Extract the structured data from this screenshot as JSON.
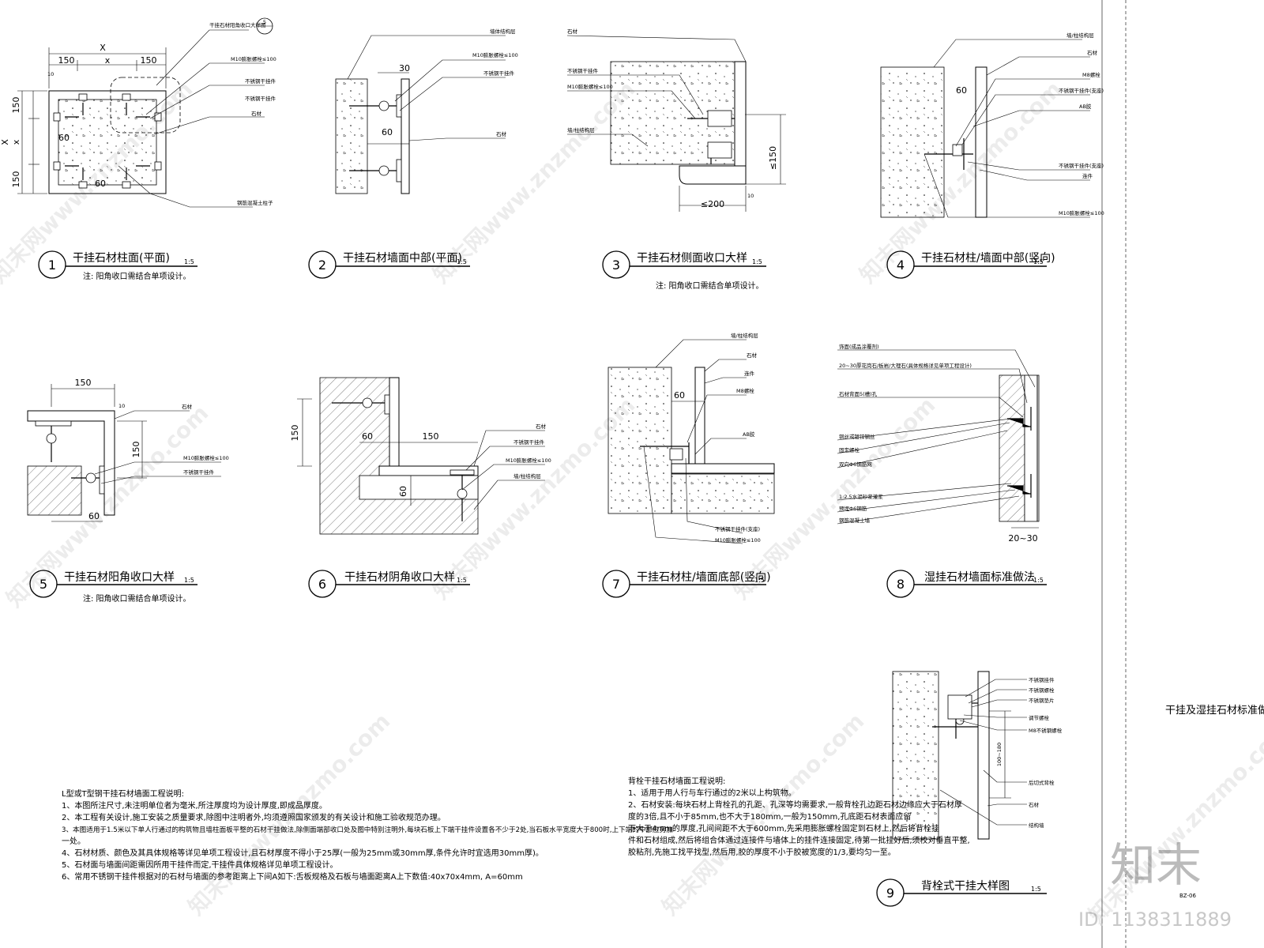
{
  "details": [
    {
      "num": "1",
      "title": "干挂石材柱面(平面)",
      "scale": "1:5",
      "note": "注: 阳角收口需结合单项设计。"
    },
    {
      "num": "2",
      "title": "干挂石材墙面中部(平面)",
      "scale": "1:5",
      "note": ""
    },
    {
      "num": "3",
      "title": "干挂石材侧面收口大样",
      "scale": "1:5",
      "note": "注: 阳角收口需结合单项设计。"
    },
    {
      "num": "4",
      "title": "干挂石材柱/墙面中部(竖向)",
      "scale": "1:5",
      "note": ""
    },
    {
      "num": "5",
      "title": "干挂石材阳角收口大样",
      "scale": "1:5",
      "note": "注: 阳角收口需结合单项设计。"
    },
    {
      "num": "6",
      "title": "干挂石材阴角收口大样",
      "scale": "1:5",
      "note": ""
    },
    {
      "num": "7",
      "title": "干挂石材柱/墙面底部(竖向)",
      "scale": "1:5",
      "note": ""
    },
    {
      "num": "8",
      "title": "湿挂石材墙面标准做法",
      "scale": "1:5",
      "note": ""
    },
    {
      "num": "9",
      "title": "背栓式干挂大样图",
      "scale": "1:5",
      "note": ""
    }
  ],
  "dims": {
    "d1_X": "X",
    "d1_x": "x",
    "d1_150a": "150",
    "d1_150b": "150",
    "d1_10": "10",
    "d1_vX": "X",
    "d1_vx": "x",
    "d1_v150a": "150",
    "d1_v150b": "150",
    "d1_60": "60",
    "d1_60b": "60",
    "d2_30": "30",
    "d2_60": "60",
    "d3_150": "≤150",
    "d3_200": "≤200",
    "d3_10": "10",
    "d4_60": "60",
    "d5_150": "150",
    "d5_10": "10",
    "d5_v150": "150",
    "d5_60": "60",
    "d6_150": "150",
    "d6_60": "60",
    "d6_150b": "150",
    "d6_60b": "60",
    "d7_60": "60",
    "d8_2030": "20~30",
    "d9_dim": "100~180"
  },
  "labels": {
    "d1_callout": "干挂石材阳角收口大样图",
    "d1_callout_num": "5",
    "d1_l1": "M10膨胀螺栓≤100",
    "d1_l2": "不锈钢干挂件",
    "d1_l3": "不锈钢干挂件",
    "d1_l4": "石材",
    "d1_l5": "钢筋混凝土柱子",
    "d2_l1": "墙体结构层",
    "d2_l2": "M10膨胀螺栓≤100",
    "d2_l3": "不锈钢干挂件",
    "d2_l4": "石材",
    "d3_l1": "石材",
    "d3_l2": "不锈钢干挂件",
    "d3_l3": "M10膨胀螺栓≤100",
    "d3_l4": "墙/柱结构层",
    "d4_l1": "墙/柱结构层",
    "d4_l2": "石材",
    "d4_l3": "M8螺栓",
    "d4_l4": "不锈钢干挂件(支座)",
    "d4_l5": "AB胶",
    "d4_l6": "不锈钢干挂件(支座)",
    "d4_l7": "连件",
    "d4_l8": "M10膨胀螺栓≤100",
    "d5_l1": "石材",
    "d5_l2": "M10膨胀螺栓≤100",
    "d5_l3": "不锈钢干挂件",
    "d6_l1": "石材",
    "d6_l2": "不锈钢干挂件",
    "d6_l3": "M10膨胀螺栓≤100",
    "d6_l4": "墙/柱结构层",
    "d7_l1": "墙/柱结构层",
    "d7_l2": "石材",
    "d7_l3": "连件",
    "d7_l4": "M8螺栓",
    "d7_l5": "AB胶",
    "d7_l6": "不锈钢干挂件(支座)",
    "d7_l7": "M10膨胀螺栓≤100",
    "d8_l1": "饰面(成品涂覆剂)",
    "d8_l2": "20~30厚花岗石/板岩/大理石(具体规格详见单项工程设计)",
    "d8_l3": "石材背面5(槽)孔",
    "d8_l4": "铜丝或镀锌钢丝",
    "d8_l5": "固定螺栓",
    "d8_l6": "双向Φ6钢筋网",
    "d8_l7": "1:2.5水泥砂浆灌浆",
    "d8_l8": "预埋Φ6钢筋",
    "d8_l9": "钢筋混凝土墙",
    "d9_l1": "不锈钢挂件",
    "d9_l2": "不锈钢螺栓",
    "d9_l3": "不锈钢垫片",
    "d9_l4": "调节螺栓",
    "d9_l5": "M8不锈钢螺栓",
    "d9_l6": "后切式背栓",
    "d9_l7": "石材",
    "d9_l8": "结构墙"
  },
  "notes_left": {
    "title": "L型或T型钢干挂石材墙面工程说明:",
    "lines": [
      "1、本图所注尺寸,未注明单位者为毫米,所注厚度均为设计厚度,即成品厚度。",
      "2、本工程有关设计,施工安装之质量要求,除图中注明者外,均须遵照国家颁发的有关设计和施工验收规范办理。",
      "3、本图适用于1.5米以下单人行通过的构筑物且墙柱面板平整的石材干挂做法,除侧面端部收口处及图中特别注明外,每块石板上下端干挂件设置各不少于2处,当石板水平宽度大于800时,上下端的中部应另加",
      "一处。",
      "4、石材材质、颜色及其具体规格等详见单项工程设计,且石材厚度不得小于25厚(一般为25mm或30mm厚,条件允许时宜选用30mm厚)。",
      "5、石材面与墙面间距需因所用干挂件而定,干挂件具体规格详见单项工程设计。",
      "6、常用不锈钢干挂件根据对的石材与墙面的参考距离上下间A如下:舌板规格及石板与墙面距离A上下数值:40x70x4mm, A=60mm"
    ]
  },
  "notes_mid": {
    "title": "背栓干挂石材墙面工程说明:",
    "lines": [
      "1、适用于用人行与车行通过的2米以上构筑物。",
      "2、石材安装:每块石材上背栓孔的孔距、孔深等均需要求,一般背栓孔边距石材边缘应大于石材厚",
      "度的3倍,且不小于85mm,也不大于180mm,一般为150mm,孔底距石材表面应留",
      "下大于4mm的厚度,孔间间距不大于600mm,先采用膨胀螺栓固定到石材上,然后将背栓挂",
      "件和石材组成,然后将组合体通过连接件与墙体上的挂件连接固定,待第一批挂好后,须校对垂直平整,",
      "胶粘剂,先施工找平找型,然后用,胶的厚度不小于胶被宽度的1/3,要均匀一至。"
    ]
  },
  "side_title": "干挂及湿挂石材标准做法",
  "logo_text": "知末",
  "drawing_code": "BZ-06",
  "id_text": "ID: 1138311889",
  "watermark": "知末网www.znzmo.com"
}
